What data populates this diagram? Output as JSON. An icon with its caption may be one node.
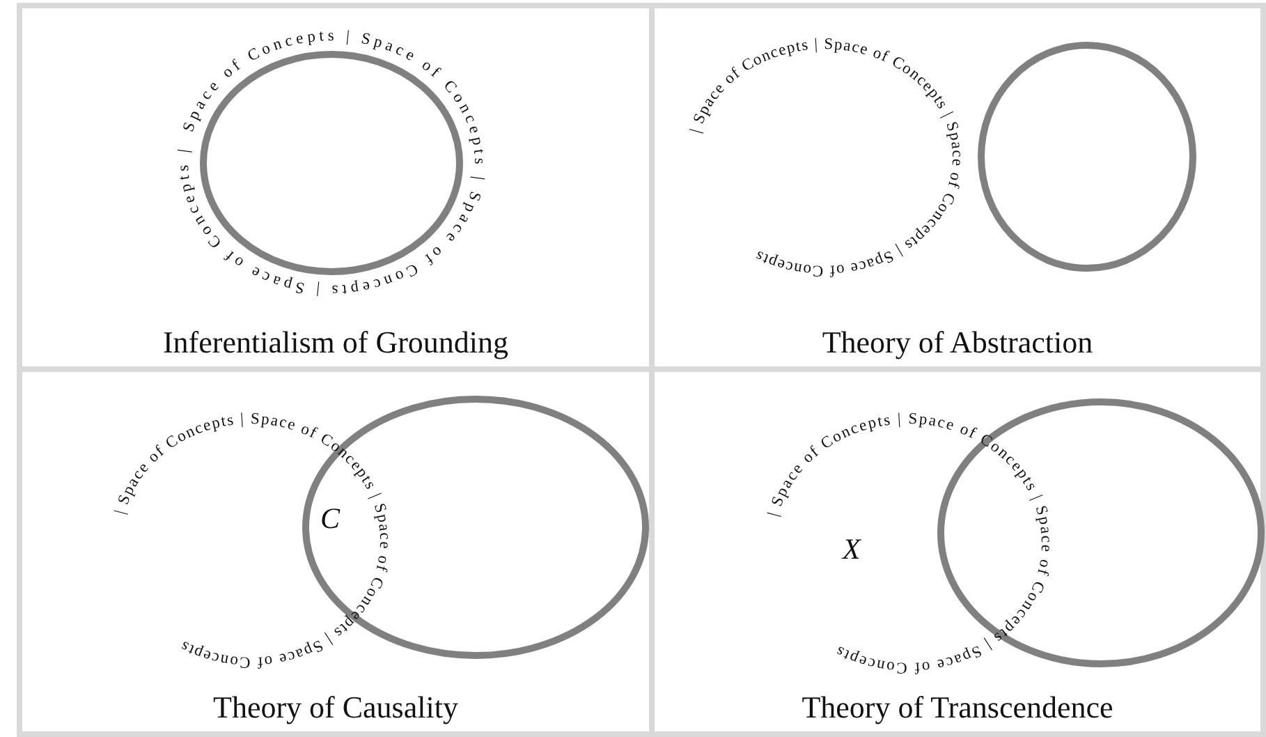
{
  "diagram": {
    "nodes": [
      {
        "text": [
          "Inferentialism of Grounding"
        ]
      },
      {
        "text": [
          "Space of Concepts | Space of Concepts | Space of Concepts | Space of Concepts |"
        ],
        "in": 0
      },
      {
        "text": [
          "Theory of Abstraction"
        ]
      },
      {
        "text": [
          "| Space of Concepts | Space of Concepts | Space of Concepts | Space of Concepts"
        ],
        "in": 2
      },
      {
        "text": [],
        "shape": "circle",
        "in": 2
      },
      {
        "text": [
          "Theory of Causality"
        ]
      },
      {
        "text": [
          "| Space of Concepts | Space of Concepts | Space of Concepts | Space of Concepts"
        ],
        "in": 5
      },
      {
        "text": [],
        "shape": "circle",
        "in": 5
      },
      {
        "text": [
          "Theory of Transcendence"
        ]
      },
      {
        "text": [
          "| Space of Concepts | Space of Concepts | Space of Concepts | Space of Concepts"
        ],
        "in": 8
      },
      {
        "text": [],
        "shape": "circle",
        "in": 8
      }
    ],
    "labels": [
      "C",
      "X"
    ]
  }
}
